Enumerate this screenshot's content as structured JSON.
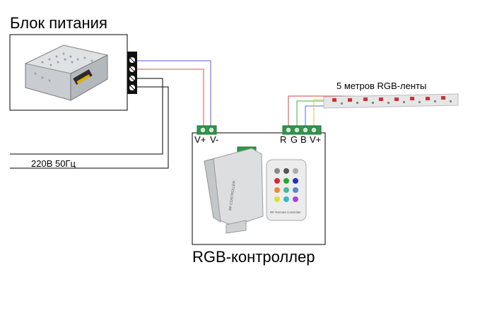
{
  "power_supply": {
    "title": "Блок питания"
  },
  "mains": {
    "label": "220В 50Гц"
  },
  "strip": {
    "label": "5 метров RGB-ленты"
  },
  "controller": {
    "title": "RGB-контроллер",
    "input_terminals": [
      "V+",
      "V-"
    ],
    "output_terminals": [
      "R",
      "G",
      "B",
      "V+"
    ],
    "unit_text": "RF CONTROLLER",
    "remote_text": "RF Remote Controller"
  },
  "colors": {
    "wire_positive": "#d9534f",
    "wire_negative": "#5b5bd6",
    "wire_red": "#e04040",
    "wire_green": "#3fae3f",
    "wire_blue": "#4a6fd8",
    "wire_common": "#e8c34a",
    "mains_wire": "#000000",
    "terminal_green": "#2e9b4a"
  }
}
